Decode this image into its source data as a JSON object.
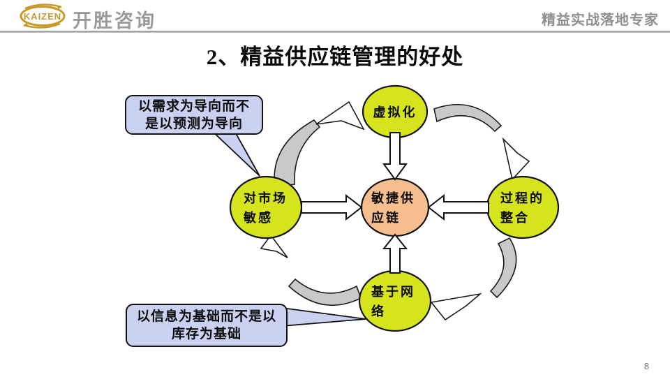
{
  "header": {
    "logo": {
      "text": "KAIZEN",
      "company": "开胜咨询"
    },
    "tagline": "精益实战落地专家"
  },
  "slide": {
    "title": "2、精益供应链管理的好处",
    "page_number": "8"
  },
  "diagram": {
    "nodes": {
      "top": {
        "label": "虚拟化"
      },
      "left": {
        "line1": "对市场",
        "line2": "敏感"
      },
      "center": {
        "line1": "敏捷供",
        "line2": "应链"
      },
      "right": {
        "line1": "过程的",
        "line2": "整合"
      },
      "bottom": {
        "line1": "基于网",
        "line2": "络"
      }
    },
    "callouts": {
      "top_left": {
        "line1": "以需求为导向而不",
        "line2": "是以预测为导向"
      },
      "bottom_left": {
        "line1": "以信息为基础而不是以",
        "line2": "库存为基础"
      }
    },
    "colors": {
      "node_fill": "#D6E41E",
      "center_fill": "#F7BE8D",
      "callout_fill": "#CBD1F0",
      "cycle_arrow_fill": "#C9C9C9",
      "node_border": "#111111",
      "logo_gold": "#C79A27",
      "header_text_gray": "#9A9A9A"
    }
  }
}
